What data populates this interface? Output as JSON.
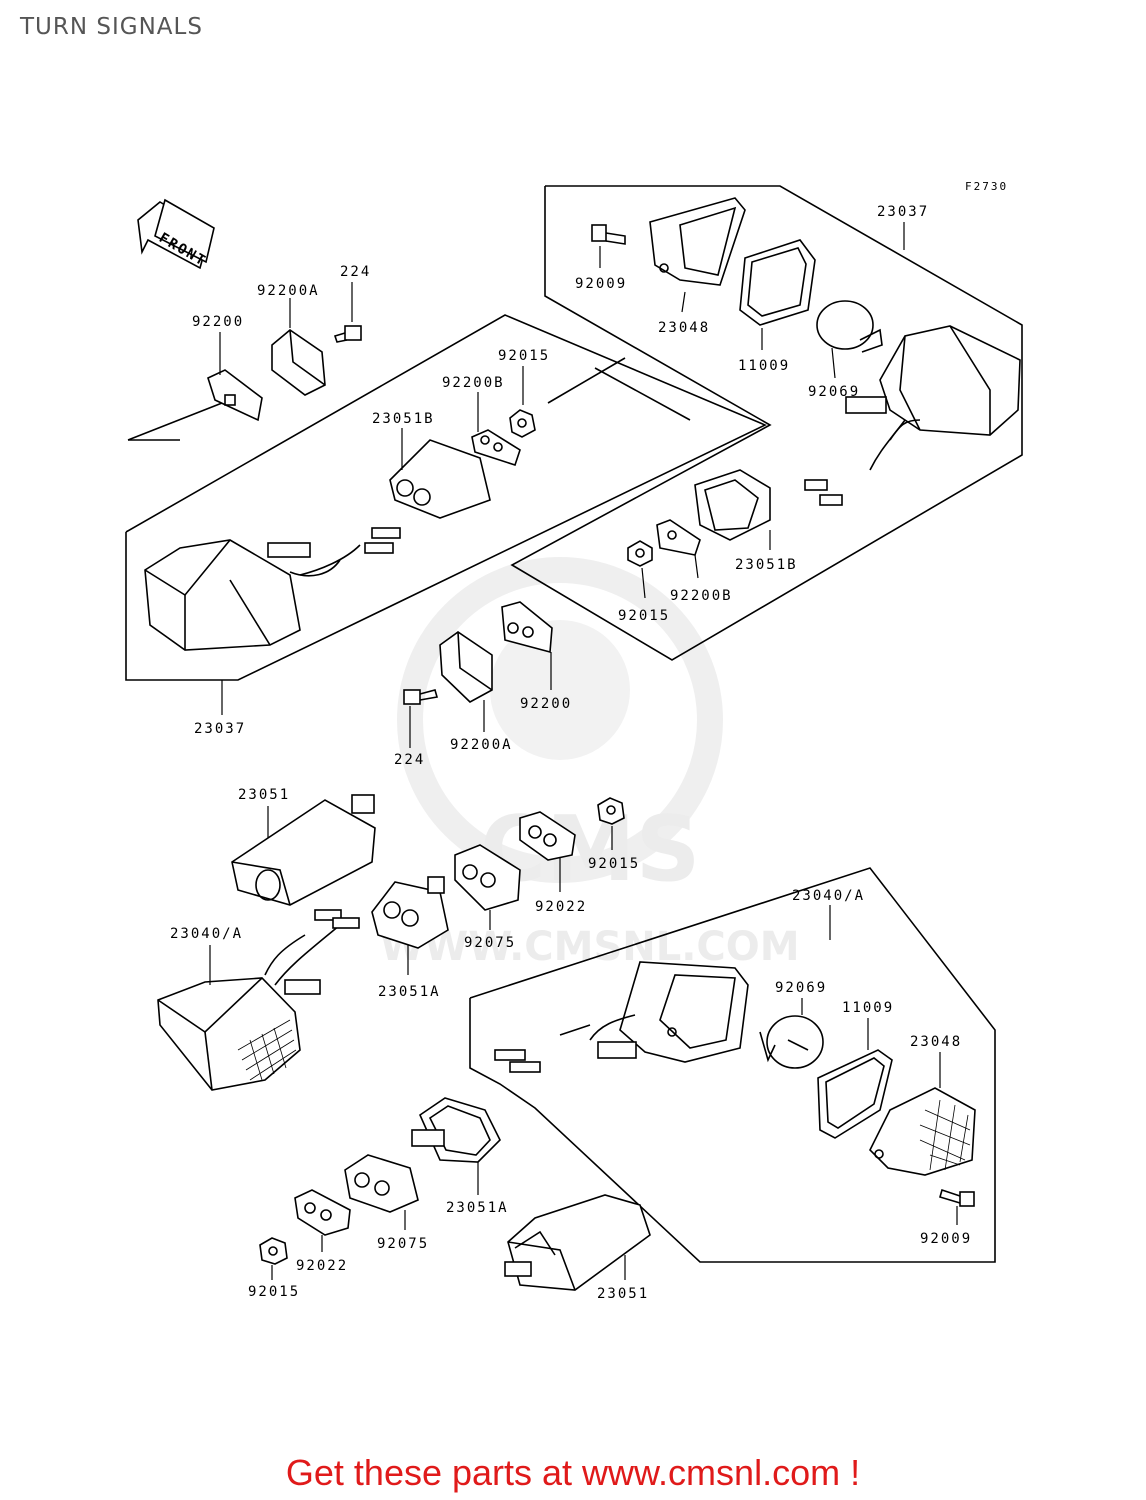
{
  "title": "TURN SIGNALS",
  "figure_code": "F2730",
  "front_arrow_label": "FRONT",
  "watermark": {
    "brand": "CMS",
    "url": "WWW.CMSNL.COM"
  },
  "footer_text": "Get these parts at www.cmsnl.com !",
  "labels": [
    {
      "id": "23037-right",
      "text": "23037"
    },
    {
      "id": "92009-top",
      "text": "92009"
    },
    {
      "id": "23048-top",
      "text": "23048"
    },
    {
      "id": "11009-top",
      "text": "11009"
    },
    {
      "id": "92069-top",
      "text": "92069"
    },
    {
      "id": "224-top",
      "text": "224"
    },
    {
      "id": "92200A-top",
      "text": "92200A"
    },
    {
      "id": "92200-top",
      "text": "92200"
    },
    {
      "id": "92015-top",
      "text": "92015"
    },
    {
      "id": "92200B-top",
      "text": "92200B"
    },
    {
      "id": "23051B-left",
      "text": "23051B"
    },
    {
      "id": "23051B-right",
      "text": "23051B"
    },
    {
      "id": "92015-mid",
      "text": "92015"
    },
    {
      "id": "92200B-mid",
      "text": "92200B"
    },
    {
      "id": "92200-mid",
      "text": "92200"
    },
    {
      "id": "23037-left",
      "text": "23037"
    },
    {
      "id": "224-mid",
      "text": "224"
    },
    {
      "id": "92200A-mid",
      "text": "92200A"
    },
    {
      "id": "23051-left",
      "text": "23051"
    },
    {
      "id": "92015-lower",
      "text": "92015"
    },
    {
      "id": "92022-mid",
      "text": "92022"
    },
    {
      "id": "92075-mid",
      "text": "92075"
    },
    {
      "id": "23040A-left",
      "text": "23040/A"
    },
    {
      "id": "23051A-left",
      "text": "23051A"
    },
    {
      "id": "23040A-right",
      "text": "23040/A"
    },
    {
      "id": "92069-bottom",
      "text": "92069"
    },
    {
      "id": "11009-bottom",
      "text": "11009"
    },
    {
      "id": "23048-bottom",
      "text": "23048"
    },
    {
      "id": "92009-bottom",
      "text": "92009"
    },
    {
      "id": "23051A-bottom",
      "text": "23051A"
    },
    {
      "id": "92075-bottom",
      "text": "92075"
    },
    {
      "id": "92022-bottom",
      "text": "92022"
    },
    {
      "id": "92015-bottom",
      "text": "92015"
    },
    {
      "id": "23051-bottom",
      "text": "23051"
    }
  ]
}
